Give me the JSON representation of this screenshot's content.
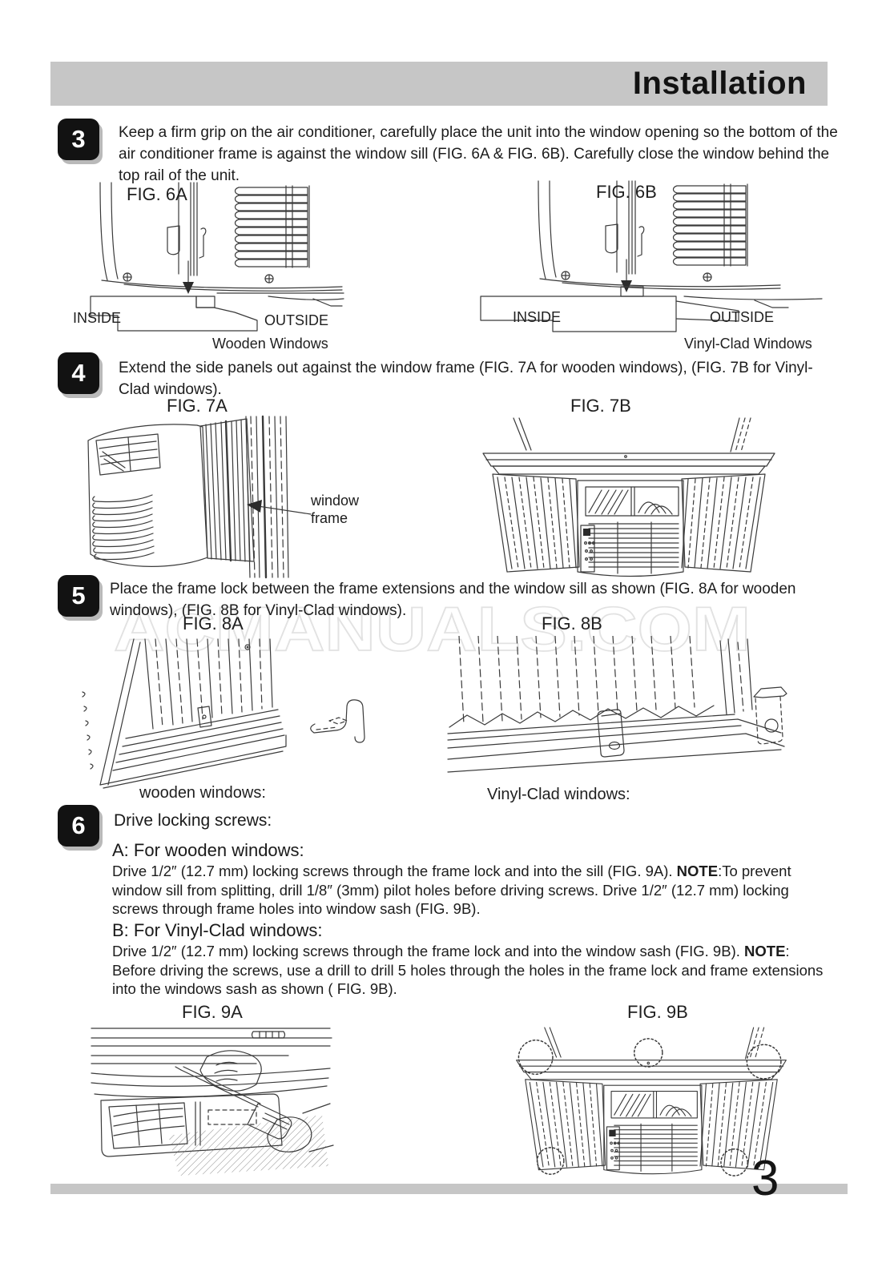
{
  "header": {
    "title": "Installation"
  },
  "watermark": "ACMANUALS.COM",
  "page_number": "3",
  "steps": {
    "step3": {
      "number": "3",
      "text": "Keep a firm grip on the air conditioner, carefully place the unit into the window opening so the bottom of the air conditioner frame is against the window sill (FIG. 6A & FIG. 6B). Carefully close the window behind the top rail of the unit."
    },
    "step4": {
      "number": "4",
      "text": "Extend the side panels out against the window frame (FIG. 7A for wooden windows),  (FIG. 7B for Vinyl-Clad windows)."
    },
    "step5": {
      "number": "5",
      "text": "Place the frame lock between the frame extensions and the window sill as shown (FIG. 8A for wooden windows), (FIG. 8B for Vinyl-Clad  windows)."
    },
    "step6": {
      "number": "6",
      "heading": "Drive locking screws:"
    }
  },
  "figures": {
    "fig6a": {
      "label": "FIG. 6A",
      "inside": "INSIDE",
      "outside": "OUTSIDE",
      "caption": "Wooden Windows"
    },
    "fig6b": {
      "label": "FIG. 6B",
      "inside": "INSIDE",
      "outside": "OUTSIDE",
      "caption": "Vinyl-Clad Windows"
    },
    "fig7a": {
      "label": "FIG. 7A",
      "annotation": "window frame"
    },
    "fig7b": {
      "label": "FIG. 7B"
    },
    "fig8a": {
      "label": "FIG. 8A",
      "caption": "wooden windows:"
    },
    "fig8b": {
      "label": "FIG. 8B",
      "caption": "Vinyl-Clad windows:"
    },
    "fig9a": {
      "label": "FIG. 9A"
    },
    "fig9b": {
      "label": "FIG. 9B"
    }
  },
  "section6": {
    "a_heading": "A: For wooden windows:",
    "a_text_before_note": "Drive 1/2″ (12.7 mm) locking screws through the frame lock and into the sill (FIG. 9A). ",
    "a_note_label": "NOTE",
    "a_text_after_note": ":To prevent window sill from splitting, drill 1/8″ (3mm) pilot holes before driving screws. Drive 1/2″ (12.7 mm) locking screws through frame holes into window sash (FIG. 9B).",
    "b_heading": "B: For Vinyl-Clad windows:",
    "b_text_before_note": "Drive 1/2″ (12.7 mm) locking screws through the frame lock and into the window sash (FIG. 9B). ",
    "b_note_label": "NOTE",
    "b_text_after_note": ": Before driving the screws, use a drill to drill 5 holes through the holes in the frame lock and frame extensions into the windows sash as shown ( FIG. 9B)."
  },
  "colors": {
    "header_bar": "#c6c6c6",
    "step_box": "#121212",
    "text": "#1c1c1c",
    "watermark": "#e2e2e2"
  }
}
